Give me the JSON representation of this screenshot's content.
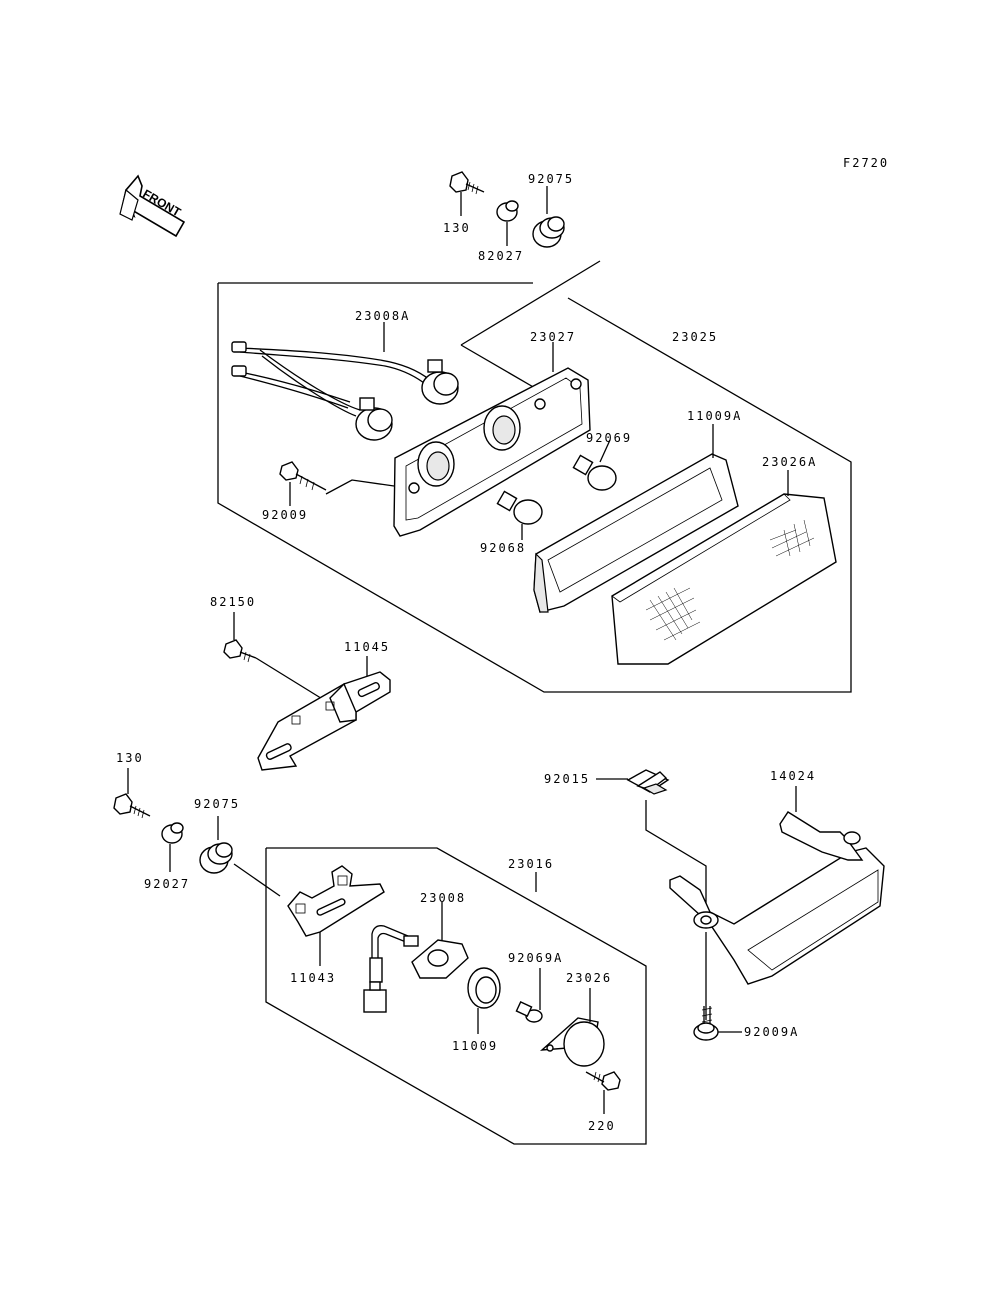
{
  "figure_code": "F2720",
  "front_label": "FRONT",
  "parts": {
    "p130_top": "130",
    "p82027_top": "82027",
    "p92075_top": "92075",
    "p23008a": "23008A",
    "p23027": "23027",
    "p23025": "23025",
    "p11009a": "11009A",
    "p92069": "92069",
    "p23026a": "23026A",
    "p92009": "92009",
    "p92068": "92068",
    "p82150": "82150",
    "p11045": "11045",
    "p130_bot": "130",
    "p92075_bot": "92075",
    "p92027_bot": "92027",
    "p23016": "23016",
    "p23008": "23008",
    "p11043": "11043",
    "p92069a": "92069A",
    "p23026": "23026",
    "p11009": "11009",
    "p220": "220",
    "p92015": "92015",
    "p14024": "14024",
    "p92009a": "92009A"
  }
}
